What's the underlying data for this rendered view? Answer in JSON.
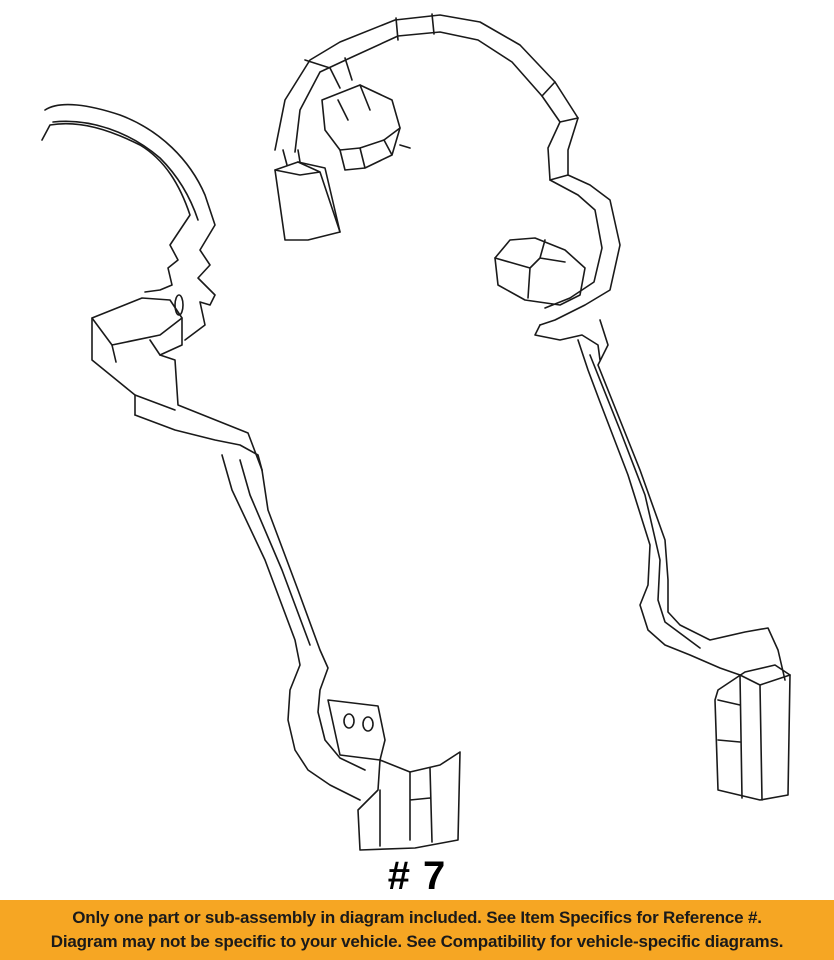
{
  "diagram": {
    "label": "# 7"
  },
  "banner": {
    "line1": "Only one part or sub-assembly in diagram included. See Item Specifics for Reference #.",
    "line2": "Diagram may not be specific to your vehicle. See Compatibility for vehicle-specific diagrams.",
    "background_color": "#f6a623",
    "text_color": "#1a1a1a"
  }
}
